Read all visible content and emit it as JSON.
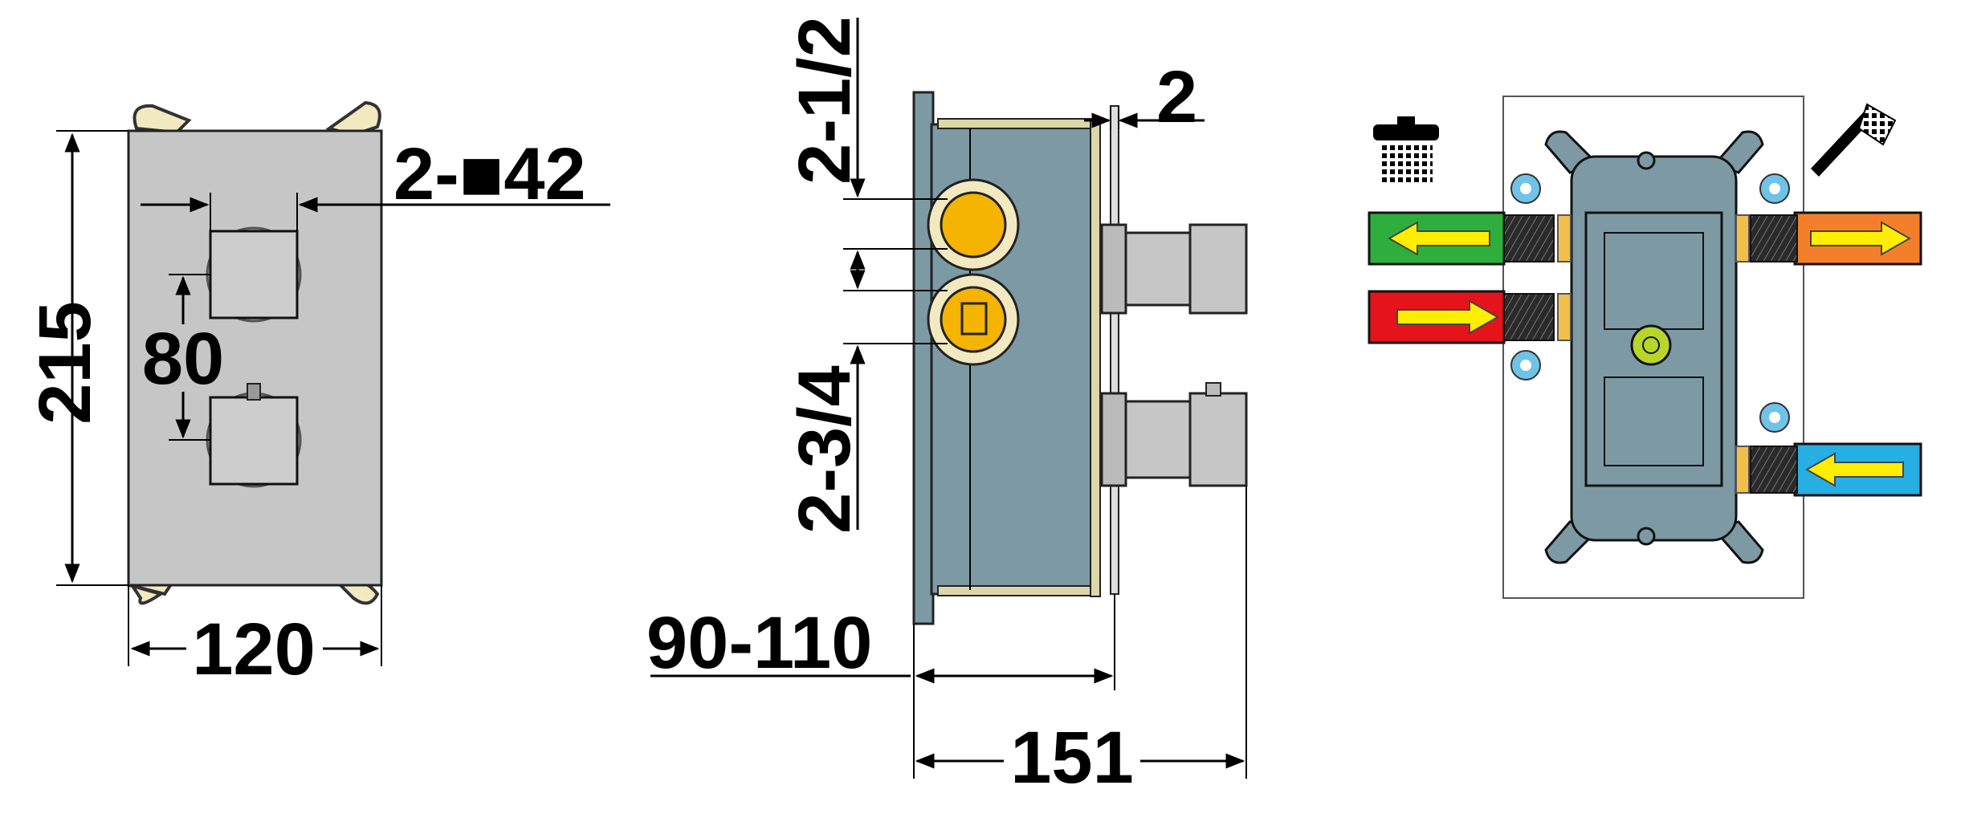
{
  "front_view": {
    "height_label": "215",
    "width_label": "120",
    "spacing_label": "80",
    "knob_label": "2-■42"
  },
  "side_view": {
    "top_port_label": "2-1/2",
    "bottom_port_label": "2-3/4",
    "cover_label": "2",
    "depth_range_label": "90-110",
    "total_depth_label": "151"
  },
  "install_view": {
    "top_left_icon": "overhead-shower-icon",
    "top_right_icon": "hand-shower-icon",
    "colors": {
      "green": "#2eae3d",
      "red": "#e5141b",
      "orange": "#f47f2a",
      "blue": "#27aee3",
      "arrow": "#ffee00",
      "body": "#7d9aa4"
    }
  }
}
